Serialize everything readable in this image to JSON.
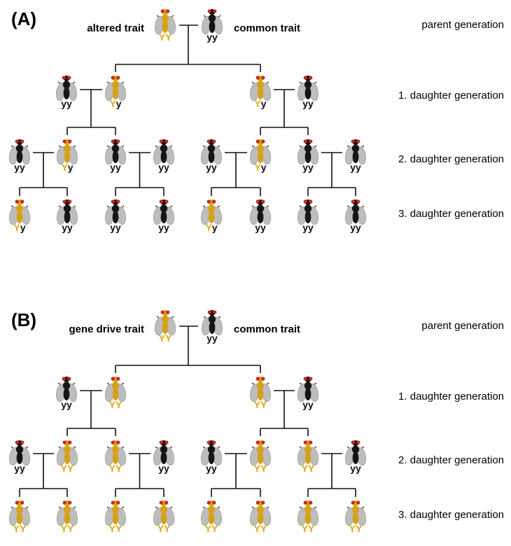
{
  "colors": {
    "mutant_allele": "#E2A812",
    "wild_allele": "#111111",
    "body_yellow": "#D4A21A",
    "body_dark": "#161616",
    "eye_red": "#C8281E",
    "wing_gray": "#BDBDBD",
    "line": "#111111"
  },
  "panels": [
    {
      "id": "A",
      "label": "(A)",
      "left_trait_label": "altered trait",
      "right_trait_label": "common trait",
      "generation_labels": [
        "parent generation",
        "1. daughter generation",
        "2. daughter generation",
        "3. daughter generation"
      ],
      "parents": [
        {
          "body": "yellow",
          "genotype": [
            {
              "a": "Y",
              "m": true
            },
            {
              "a": "Y",
              "m": true
            }
          ]
        },
        {
          "body": "dark",
          "genotype": [
            {
              "a": "y",
              "m": false
            },
            {
              "a": "y",
              "m": false
            }
          ]
        }
      ],
      "generation1": [
        {
          "body": "dark",
          "genotype": [
            {
              "a": "y",
              "m": false
            },
            {
              "a": "y",
              "m": false
            }
          ]
        },
        {
          "body": "yellow",
          "genotype": [
            {
              "a": "Y",
              "m": true
            },
            {
              "a": "y",
              "m": false
            }
          ]
        },
        {
          "body": "yellow",
          "genotype": [
            {
              "a": "Y",
              "m": true
            },
            {
              "a": "y",
              "m": false
            }
          ]
        },
        {
          "body": "dark",
          "genotype": [
            {
              "a": "y",
              "m": false
            },
            {
              "a": "y",
              "m": false
            }
          ]
        }
      ],
      "generation2": [
        {
          "body": "dark",
          "genotype": [
            {
              "a": "y",
              "m": false
            },
            {
              "a": "y",
              "m": false
            }
          ]
        },
        {
          "body": "yellow",
          "genotype": [
            {
              "a": "Y",
              "m": true
            },
            {
              "a": "y",
              "m": false
            }
          ]
        },
        {
          "body": "dark",
          "genotype": [
            {
              "a": "y",
              "m": false
            },
            {
              "a": "y",
              "m": false
            }
          ]
        },
        {
          "body": "dark",
          "genotype": [
            {
              "a": "y",
              "m": false
            },
            {
              "a": "y",
              "m": false
            }
          ]
        },
        {
          "body": "dark",
          "genotype": [
            {
              "a": "y",
              "m": false
            },
            {
              "a": "y",
              "m": false
            }
          ]
        },
        {
          "body": "yellow",
          "genotype": [
            {
              "a": "Y",
              "m": true
            },
            {
              "a": "y",
              "m": false
            }
          ]
        },
        {
          "body": "dark",
          "genotype": [
            {
              "a": "y",
              "m": false
            },
            {
              "a": "y",
              "m": false
            }
          ]
        },
        {
          "body": "dark",
          "genotype": [
            {
              "a": "y",
              "m": false
            },
            {
              "a": "y",
              "m": false
            }
          ]
        }
      ],
      "generation3": [
        {
          "body": "yellow",
          "genotype": [
            {
              "a": "Y",
              "m": true
            },
            {
              "a": "y",
              "m": false
            }
          ]
        },
        {
          "body": "dark",
          "genotype": [
            {
              "a": "y",
              "m": false
            },
            {
              "a": "y",
              "m": false
            }
          ]
        },
        {
          "body": "dark",
          "genotype": [
            {
              "a": "y",
              "m": false
            },
            {
              "a": "y",
              "m": false
            }
          ]
        },
        {
          "body": "dark",
          "genotype": [
            {
              "a": "y",
              "m": false
            },
            {
              "a": "y",
              "m": false
            }
          ]
        },
        {
          "body": "yellow",
          "genotype": [
            {
              "a": "Y",
              "m": true
            },
            {
              "a": "y",
              "m": false
            }
          ]
        },
        {
          "body": "dark",
          "genotype": [
            {
              "a": "y",
              "m": false
            },
            {
              "a": "y",
              "m": false
            }
          ]
        },
        {
          "body": "dark",
          "genotype": [
            {
              "a": "y",
              "m": false
            },
            {
              "a": "y",
              "m": false
            }
          ]
        },
        {
          "body": "dark",
          "genotype": [
            {
              "a": "y",
              "m": false
            },
            {
              "a": "y",
              "m": false
            }
          ]
        }
      ]
    },
    {
      "id": "B",
      "label": "(B)",
      "left_trait_label": "gene drive trait",
      "right_trait_label": "common trait",
      "generation_labels": [
        "parent generation",
        "1. daughter generation",
        "2. daughter generation",
        "3. daughter generation"
      ],
      "parents": [
        {
          "body": "yellow",
          "genotype": [
            {
              "a": "Y",
              "m": true
            },
            {
              "a": "Y",
              "m": true
            }
          ]
        },
        {
          "body": "dark",
          "genotype": [
            {
              "a": "y",
              "m": false
            },
            {
              "a": "y",
              "m": false
            }
          ]
        }
      ],
      "generation1": [
        {
          "body": "dark",
          "genotype": [
            {
              "a": "y",
              "m": false
            },
            {
              "a": "y",
              "m": false
            }
          ]
        },
        {
          "body": "yellow",
          "genotype": [
            {
              "a": "Y",
              "m": true
            },
            {
              "a": "Y",
              "m": true
            }
          ]
        },
        {
          "body": "yellow",
          "genotype": [
            {
              "a": "Y",
              "m": true
            },
            {
              "a": "Y",
              "m": true
            }
          ]
        },
        {
          "body": "dark",
          "genotype": [
            {
              "a": "y",
              "m": false
            },
            {
              "a": "y",
              "m": false
            }
          ]
        }
      ],
      "generation2": [
        {
          "body": "dark",
          "genotype": [
            {
              "a": "y",
              "m": false
            },
            {
              "a": "y",
              "m": false
            }
          ]
        },
        {
          "body": "yellow",
          "genotype": [
            {
              "a": "Y",
              "m": true
            },
            {
              "a": "Y",
              "m": true
            }
          ]
        },
        {
          "body": "yellow",
          "genotype": [
            {
              "a": "Y",
              "m": true
            },
            {
              "a": "Y",
              "m": true
            }
          ]
        },
        {
          "body": "dark",
          "genotype": [
            {
              "a": "y",
              "m": false
            },
            {
              "a": "y",
              "m": false
            }
          ]
        },
        {
          "body": "dark",
          "genotype": [
            {
              "a": "y",
              "m": false
            },
            {
              "a": "y",
              "m": false
            }
          ]
        },
        {
          "body": "yellow",
          "genotype": [
            {
              "a": "Y",
              "m": true
            },
            {
              "a": "Y",
              "m": true
            }
          ]
        },
        {
          "body": "yellow",
          "genotype": [
            {
              "a": "Y",
              "m": true
            },
            {
              "a": "Y",
              "m": true
            }
          ]
        },
        {
          "body": "dark",
          "genotype": [
            {
              "a": "y",
              "m": false
            },
            {
              "a": "y",
              "m": false
            }
          ]
        }
      ],
      "generation3": [
        {
          "body": "yellow",
          "genotype": [
            {
              "a": "Y",
              "m": true
            },
            {
              "a": "Y",
              "m": true
            }
          ]
        },
        {
          "body": "yellow",
          "genotype": [
            {
              "a": "Y",
              "m": true
            },
            {
              "a": "Y",
              "m": true
            }
          ]
        },
        {
          "body": "yellow",
          "genotype": [
            {
              "a": "Y",
              "m": true
            },
            {
              "a": "Y",
              "m": true
            }
          ]
        },
        {
          "body": "yellow",
          "genotype": [
            {
              "a": "Y",
              "m": true
            },
            {
              "a": "Y",
              "m": true
            }
          ]
        },
        {
          "body": "yellow",
          "genotype": [
            {
              "a": "Y",
              "m": true
            },
            {
              "a": "Y",
              "m": true
            }
          ]
        },
        {
          "body": "yellow",
          "genotype": [
            {
              "a": "Y",
              "m": true
            },
            {
              "a": "Y",
              "m": true
            }
          ]
        },
        {
          "body": "yellow",
          "genotype": [
            {
              "a": "Y",
              "m": true
            },
            {
              "a": "Y",
              "m": true
            }
          ]
        },
        {
          "body": "yellow",
          "genotype": [
            {
              "a": "Y",
              "m": true
            },
            {
              "a": "Y",
              "m": true
            }
          ]
        }
      ]
    }
  ]
}
